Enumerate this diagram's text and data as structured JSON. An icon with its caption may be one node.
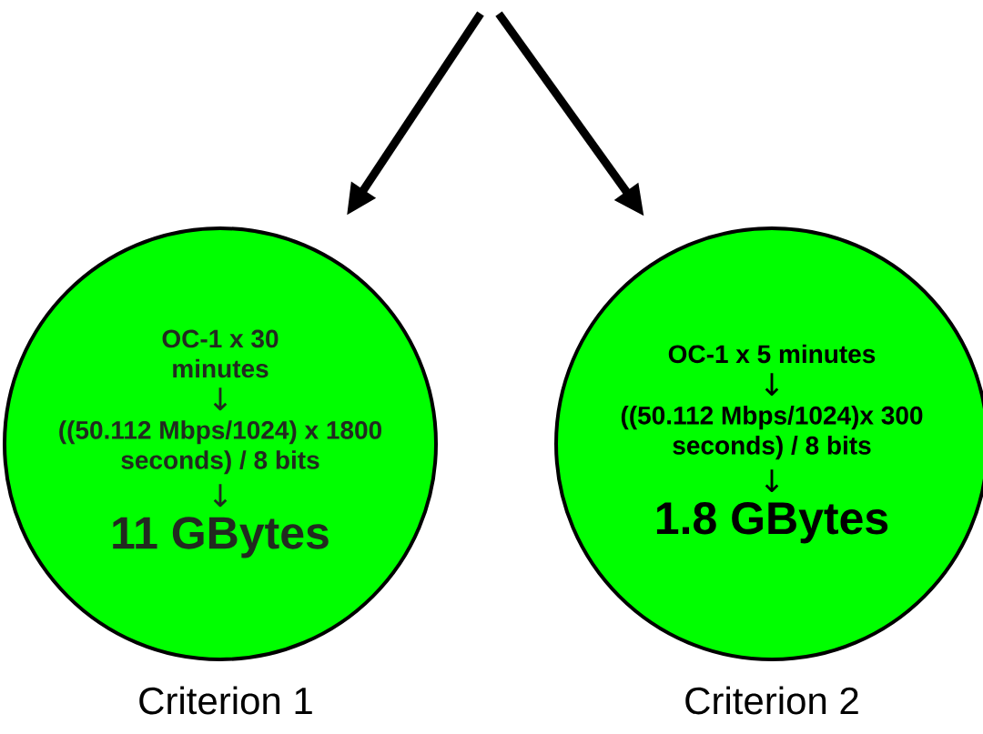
{
  "diagram": {
    "nodes": [
      {
        "text": [
          "OC-1 x 30 minutes",
          "↓",
          "((50.112 Mbps/1024) x 1800 seconds) / 8 bits",
          "↓",
          "11 GBytes"
        ],
        "beside": [
          "Criterion 1"
        ]
      },
      {
        "text": [
          "OC-1 x 5 minutes",
          "↓",
          "((50.112 Mbps/1024)x 300 seconds) / 8 bits",
          "↓",
          "1.8 GBytes"
        ],
        "beside": [
          "Criterion 2"
        ]
      }
    ],
    "edges": [
      {
        "from": null,
        "to": 0,
        "arrow": "to"
      },
      {
        "from": null,
        "to": 1,
        "arrow": "to"
      }
    ]
  }
}
